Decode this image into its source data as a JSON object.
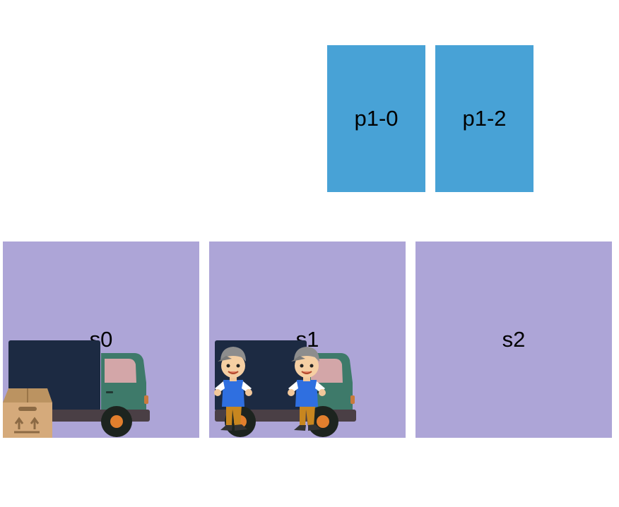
{
  "packages": [
    {
      "label": "p1-0",
      "color": "#48a2d6"
    },
    {
      "label": "p1-2",
      "color": "#48a2d6"
    }
  ],
  "stations": [
    {
      "label": "s0",
      "sprites": [
        "delivery-truck",
        "cardboard-box"
      ]
    },
    {
      "label": "s1",
      "sprites": [
        "delivery-truck",
        "courier-boy",
        "courier-boy"
      ]
    },
    {
      "label": "s2",
      "sprites": []
    }
  ],
  "colors": {
    "package": "#48a2d6",
    "station": "#ada5d7",
    "background": "#ffffff"
  }
}
